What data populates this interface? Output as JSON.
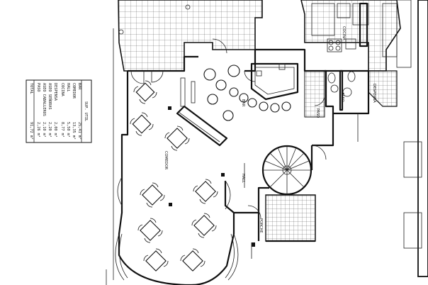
{
  "room_labels": {
    "bar": "BAR",
    "comedor": "COMEDOR",
    "hall": "HALL",
    "porche": "PORCHE",
    "paso": "PASO",
    "cocina": "COCINA",
    "despensa": "DESPENSA",
    "aseo": "ASEO"
  },
  "surface_table": {
    "title": "SUP. UTIL",
    "rows": [
      {
        "name": "BAR",
        "value": "25,41 m²"
      },
      {
        "name": "COMEDOR",
        "value": "13,35 m²"
      },
      {
        "name": "HALL",
        "value": "5,50 m²"
      },
      {
        "name": "COCINA",
        "value": "8,77 m²"
      },
      {
        "name": "DESPENSA",
        "value": "2,00 m²"
      },
      {
        "name": "ASEO SEÑORAS",
        "value": "2,20 m²"
      },
      {
        "name": "ASEO CABALLEROS",
        "value": "2,10 m²"
      },
      {
        "name": "PASO",
        "value": "2,26 m²"
      },
      {
        "name": "TOTAL",
        "value": "91,72 m²"
      }
    ]
  }
}
